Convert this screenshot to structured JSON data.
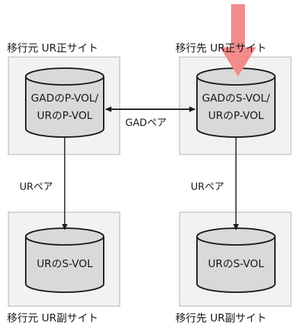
{
  "sites": {
    "source_primary": {
      "label": "移行元 UR正サイト"
    },
    "target_primary": {
      "label": "移行先 UR正サイト"
    },
    "source_secondary": {
      "label": "移行元 UR副サイト"
    },
    "target_secondary": {
      "label": "移行先 UR副サイト"
    }
  },
  "volumes": {
    "source_primary": {
      "line1": "GADのP-VOL/",
      "line2": "URのP-VOL"
    },
    "target_primary": {
      "line1": "GADのS-VOL/",
      "line2": "URのP-VOL"
    },
    "source_secondary": {
      "line1": "URのS-VOL"
    },
    "target_secondary": {
      "line1": "URのS-VOL"
    }
  },
  "connections": {
    "gad_pair": "GADペア",
    "ur_pair_left": "URペア",
    "ur_pair_right": "URペア"
  },
  "colors": {
    "site_box_fill": "#f2f2f2",
    "site_box_stroke": "#c8c8c8",
    "cylinder_fill": "#d9d9d9",
    "cylinder_stroke": "#1a1a1a",
    "highlight_arrow": "#f28b8b"
  }
}
